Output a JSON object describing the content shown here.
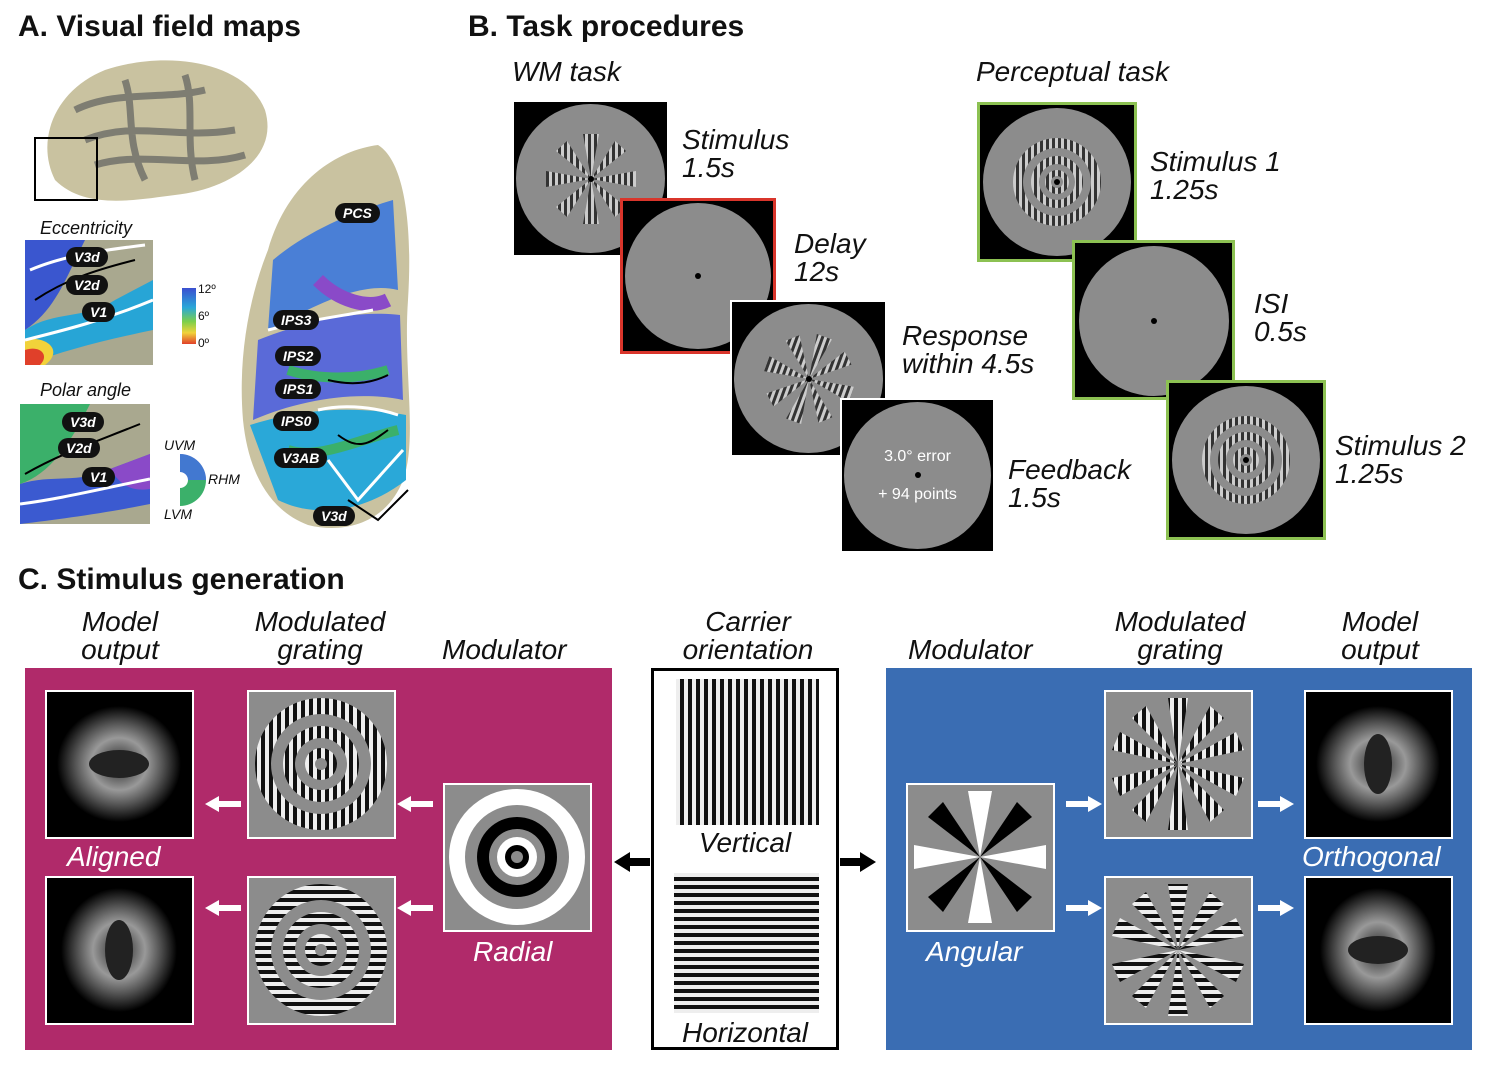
{
  "section_a": {
    "title": "A. Visual field maps",
    "eccentricity_label": "Eccentricity",
    "polar_angle_label": "Polar angle",
    "ecc_tags": [
      "V3d",
      "V2d",
      "V1"
    ],
    "polar_tags": [
      "V3d",
      "V2d",
      "V1"
    ],
    "ecc_scale": [
      "12º",
      "6º",
      "0º"
    ],
    "polar_legend": {
      "top": "UVM",
      "right": "RHM",
      "bottom": "LVM"
    },
    "hemi_tags": [
      "PCS",
      "IPS3",
      "IPS2",
      "IPS1",
      "IPS0",
      "V3AB",
      "V3d"
    ]
  },
  "section_b": {
    "title": "B. Task procedures",
    "wm_title": "WM task",
    "perc_title": "Perceptual task",
    "wm_steps": [
      {
        "line1": "Stimulus",
        "line2": "1.5s"
      },
      {
        "line1": "Delay",
        "line2": "12s"
      },
      {
        "line1": "Response",
        "line2": "within 4.5s"
      },
      {
        "line1": "Feedback",
        "line2": "1.5s"
      }
    ],
    "feedback_error": "3.0° error",
    "feedback_points": "+ 94 points",
    "perc_steps": [
      {
        "line1": "Stimulus 1",
        "line2": "1.25s"
      },
      {
        "line1": "ISI",
        "line2": "0.5s"
      },
      {
        "line1": "Stimulus 2",
        "line2": "1.25s"
      }
    ],
    "colors": {
      "delay_border": "#d9352b",
      "perc_border": "#8cc152"
    }
  },
  "section_c": {
    "title": "C. Stimulus generation",
    "left_headers": {
      "model_output": "Model output",
      "modulated_grating": "Modulated grating",
      "modulator": "Modulator"
    },
    "center_header": "Carrier orientation",
    "right_headers": {
      "modulator": "Modulator",
      "modulated_grating": "Modulated grating",
      "model_output": "Model output"
    },
    "aligned": "Aligned",
    "radial": "Radial",
    "vertical": "Vertical",
    "horizontal": "Horizontal",
    "angular": "Angular",
    "orthogonal": "Orthogonal",
    "colors": {
      "left_panel": "#b02a6a",
      "right_panel": "#3a6db3"
    }
  }
}
